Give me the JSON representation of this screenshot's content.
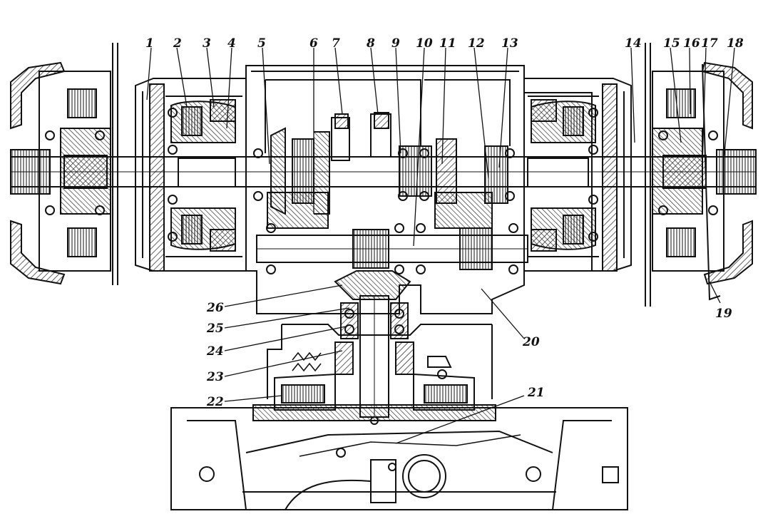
{
  "figure": {
    "callouts": [
      {
        "id": "1",
        "text": "1"
      },
      {
        "id": "2",
        "text": "2"
      },
      {
        "id": "3",
        "text": "3"
      },
      {
        "id": "4",
        "text": "4"
      },
      {
        "id": "5",
        "text": "5"
      },
      {
        "id": "6",
        "text": "6"
      },
      {
        "id": "7",
        "text": "7"
      },
      {
        "id": "8",
        "text": "8"
      },
      {
        "id": "9",
        "text": "9"
      },
      {
        "id": "10",
        "text": "10"
      },
      {
        "id": "11",
        "text": "11"
      },
      {
        "id": "12",
        "text": "12"
      },
      {
        "id": "13",
        "text": "13"
      },
      {
        "id": "14",
        "text": "14"
      },
      {
        "id": "15",
        "text": "15"
      },
      {
        "id": "16",
        "text": "16"
      },
      {
        "id": "17",
        "text": "17"
      },
      {
        "id": "18",
        "text": "18"
      },
      {
        "id": "19",
        "text": "19"
      },
      {
        "id": "20",
        "text": "20"
      },
      {
        "id": "21",
        "text": "21"
      },
      {
        "id": "22",
        "text": "22"
      },
      {
        "id": "23",
        "text": "23"
      },
      {
        "id": "24",
        "text": "24"
      },
      {
        "id": "25",
        "text": "25"
      },
      {
        "id": "26",
        "text": "26"
      }
    ]
  }
}
